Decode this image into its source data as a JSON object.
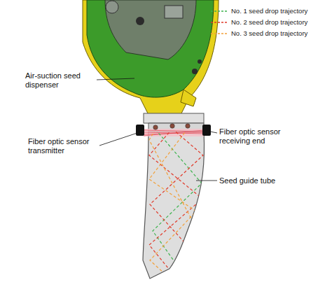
{
  "diagram": {
    "labels": [
      "Air-suction seed dispenser",
      "Fiber optic sensor transmitter",
      "Fiber optic sensor receiving end",
      "Seed guide tube"
    ],
    "legend": [
      {
        "text": "No. 1 seed drop trajectory"
      },
      {
        "text": "No. 2 seed drop trajectory"
      },
      {
        "text": "No. 3 seed drop trajectory"
      }
    ]
  }
}
